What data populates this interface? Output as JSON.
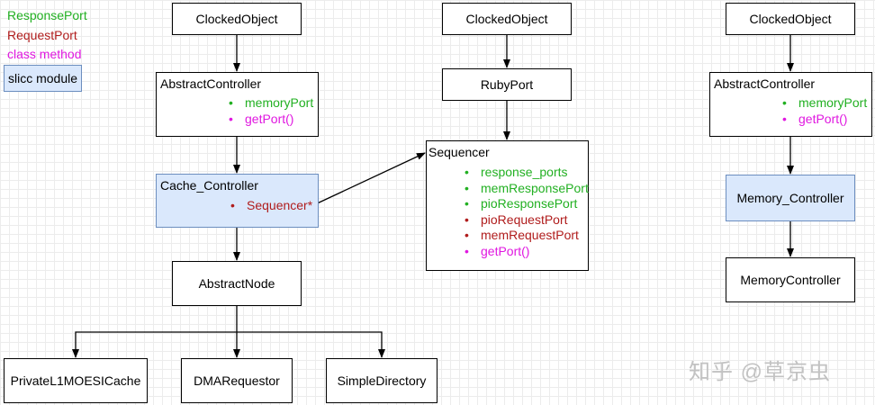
{
  "legend": {
    "response_port": "ResponsePort",
    "request_port": "RequestPort",
    "class_method": "class method",
    "slicc_module": "slicc module"
  },
  "left_column": {
    "clocked_object": "ClockedObject",
    "abstract_controller": {
      "title": "AbstractController",
      "items": [
        "memoryPort",
        "getPort()"
      ]
    },
    "cache_controller": {
      "title": "Cache_Controller",
      "items": [
        "Sequencer*"
      ]
    },
    "abstract_node": "AbstractNode",
    "children": [
      "PrivateL1MOESICache",
      "DMARequestor",
      "SimpleDirectory"
    ]
  },
  "middle_column": {
    "clocked_object": "ClockedObject",
    "ruby_port": "RubyPort",
    "sequencer": {
      "title": "Sequencer",
      "items": [
        "response_ports",
        "memResponsePort",
        "pioResponsePort",
        "pioRequestPort",
        "memRequestPort",
        "getPort()"
      ]
    }
  },
  "right_column": {
    "clocked_object": "ClockedObject",
    "abstract_controller": {
      "title": "AbstractController",
      "items": [
        "memoryPort",
        "getPort()"
      ]
    },
    "memory_controller_slicc": "Memory_Controller",
    "memory_controller": "MemoryController"
  },
  "watermark": "知乎 @草京虫",
  "colors": {
    "response_port": "#22b022",
    "request_port": "#b01c1c",
    "class_method": "#e018e0",
    "slicc_fill": "#dae8fc",
    "slicc_border": "#6c8ebf"
  }
}
